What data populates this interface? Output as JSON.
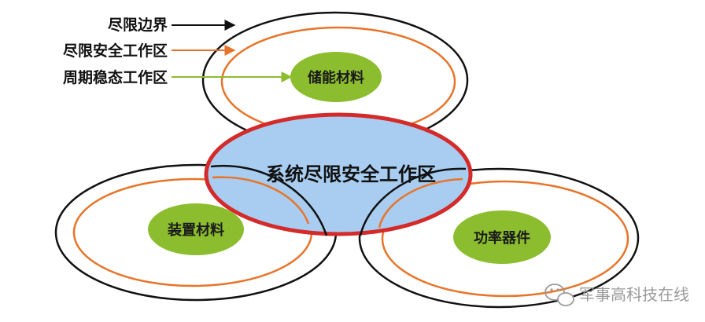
{
  "legend": {
    "boundary": "尽限边界",
    "safe_zone": "尽限安全工作区",
    "steady_zone": "周期稳态工作区"
  },
  "center_label": "系统尽限安全工作区",
  "groups": {
    "energy_storage": "储能材料",
    "device": "装置材料",
    "power": "功率器件"
  },
  "watermark": "军事高科技在线",
  "colors": {
    "boundary": "#111111",
    "safe_zone": "#e8742a",
    "steady_zone": "#8cbd2e",
    "center_fill": "#a8cdf0",
    "center_stroke": "#d42a2a",
    "watermark": "#9a9a9a"
  }
}
